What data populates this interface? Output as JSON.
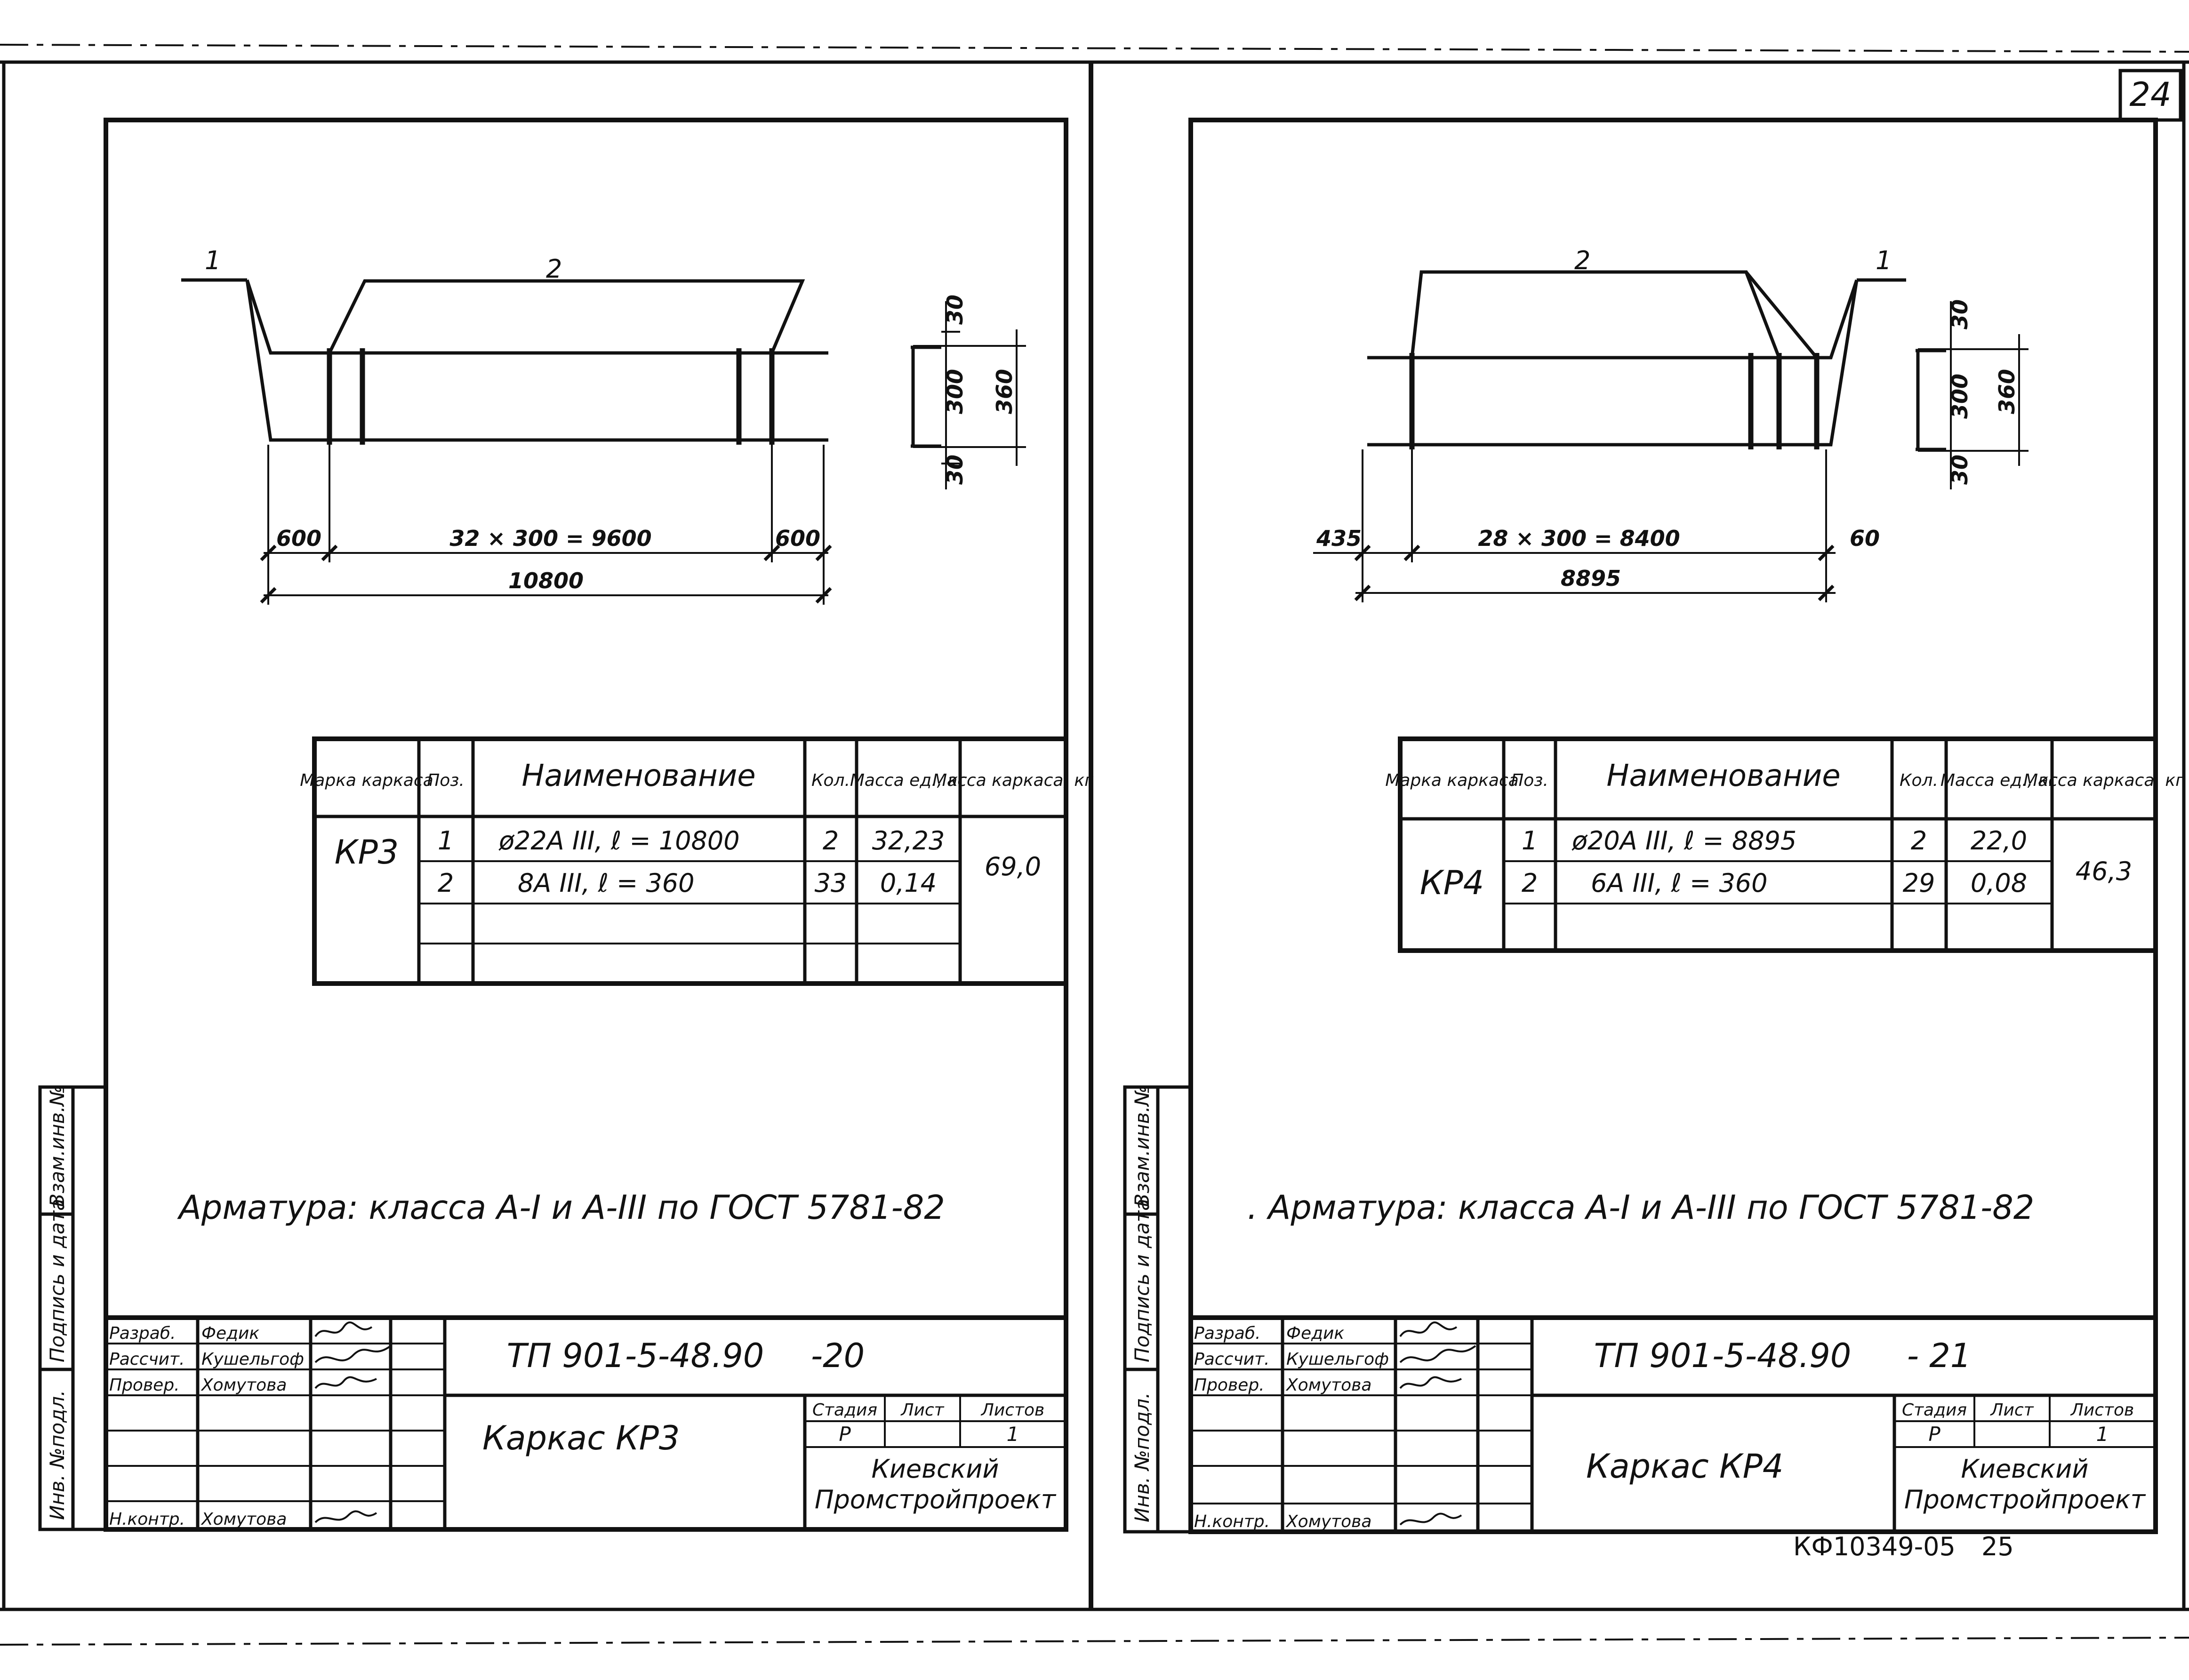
{
  "sheet_number": "24",
  "bottom_stamp": {
    "code": "КФ10349-05",
    "page": "25"
  },
  "side_labels": {
    "inv_podl": "Инв. №подл.",
    "podpis": "Подпись и дата",
    "vzam": "Взам.инв.№"
  },
  "left": {
    "sketch": {
      "pos1": "1",
      "pos2": "2",
      "dim_left": "600",
      "dim_mid": "32 × 300 = 9600",
      "dim_right": "600",
      "dim_total": "10800",
      "dim_top": "30",
      "dim_inner": "300",
      "dim_bottom": "30",
      "dim_height": "360"
    },
    "table": {
      "headers": [
        "Марка каркаса",
        "Поз.",
        "Наименование",
        "Кол.",
        "Масса ед., кг",
        "Масса каркаса, кг"
      ],
      "mark": "КР3",
      "rows": [
        {
          "pos": "1",
          "name": "ø22А III, ℓ = 10800",
          "qty": "2",
          "mass": "32,23"
        },
        {
          "pos": "2",
          "name": "8А III, ℓ = 360",
          "qty": "33",
          "mass": "0,14"
        }
      ],
      "total_mass": "69,0"
    },
    "note": "Арматура: класса А-I и А-III по ГОСТ 5781-82",
    "title_block": {
      "roles": [
        "Разраб.",
        "Рассчит.",
        "Провер.",
        "",
        "",
        "Н.контр."
      ],
      "names": [
        "Федик",
        "Кушельгоф",
        "Хомутова",
        "",
        "",
        "Хомутова"
      ],
      "doc_code": "ТП 901-5-48.90",
      "doc_suffix": "-20",
      "drawing_title": "Каркас КР3",
      "stage_label": "Стадия",
      "sheet_label": "Лист",
      "sheets_label": "Листов",
      "stage": "Р",
      "sheets": "1",
      "org": [
        "Киевский",
        "Промстройпроект"
      ]
    }
  },
  "right": {
    "sketch": {
      "pos1": "1",
      "pos2": "2",
      "dim_left": "435",
      "dim_mid": "28 × 300 = 8400",
      "dim_right": "60",
      "dim_total": "8895",
      "dim_top": "30",
      "dim_inner": "300",
      "dim_bottom": "30",
      "dim_height": "360"
    },
    "table": {
      "headers": [
        "Марка каркаса",
        "Поз.",
        "Наименование",
        "Кол.",
        "Масса ед., кг",
        "Масса каркаса, кг"
      ],
      "mark": "КР4",
      "rows": [
        {
          "pos": "1",
          "name": "ø20А III, ℓ = 8895",
          "qty": "2",
          "mass": "22,0"
        },
        {
          "pos": "2",
          "name": "6А III, ℓ = 360",
          "qty": "29",
          "mass": "0,08"
        }
      ],
      "total_mass": "46,3"
    },
    "note": ". Арматура: класса А-I и А-III по ГОСТ 5781-82",
    "title_block": {
      "roles": [
        "Разраб.",
        "Рассчит.",
        "Провер.",
        "",
        "",
        "Н.контр."
      ],
      "names": [
        "Федик",
        "Кушельгоф",
        "Хомутова",
        "",
        "",
        "Хомутова"
      ],
      "doc_code": "ТП 901-5-48.90",
      "doc_suffix": "- 21",
      "drawing_title": "Каркас КР4",
      "stage_label": "Стадия",
      "sheet_label": "Лист",
      "sheets_label": "Листов",
      "stage": "Р",
      "sheets": "1",
      "org": [
        "Киевский",
        "Промстройпроект"
      ]
    }
  }
}
